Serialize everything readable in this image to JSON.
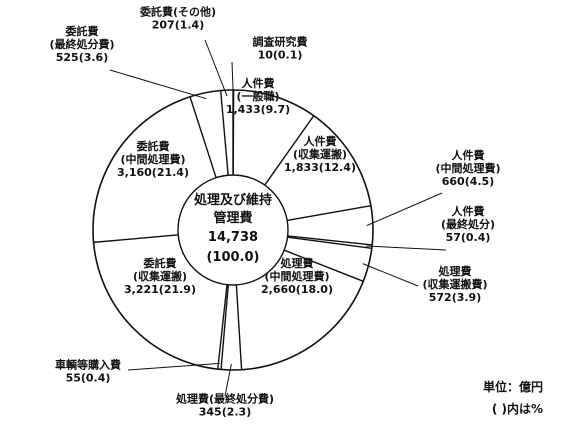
{
  "chart_data": {
    "type": "donut",
    "center": {
      "title_line1": "処理及び維持",
      "title_line2": "管理費",
      "total": "14,738",
      "total_pct": "(100.0)"
    },
    "slices": [
      {
        "name_lines": [
          "調査研究費"
        ],
        "value": 10,
        "pct": 0.1,
        "value_label": "10(0.1)"
      },
      {
        "name_lines": [
          "人件費",
          "(一般職)"
        ],
        "value": 1433,
        "pct": 9.7,
        "value_label": "1,433(9.7)"
      },
      {
        "name_lines": [
          "人件費",
          "(収集運搬)"
        ],
        "value": 1833,
        "pct": 12.4,
        "value_label": "1,833(12.4)"
      },
      {
        "name_lines": [
          "人件費",
          "(中間処理費)"
        ],
        "value": 660,
        "pct": 4.5,
        "value_label": "660(4.5)"
      },
      {
        "name_lines": [
          "人件費",
          "(最終処分)"
        ],
        "value": 57,
        "pct": 0.4,
        "value_label": "57(0.4)"
      },
      {
        "name_lines": [
          "処理費",
          "(収集運搬費)"
        ],
        "value": 572,
        "pct": 3.9,
        "value_label": "572(3.9)"
      },
      {
        "name_lines": [
          "処理費",
          "(中間処理費)"
        ],
        "value": 2660,
        "pct": 18.0,
        "value_label": "2,660(18.0)"
      },
      {
        "name_lines": [
          "処理費(最終処分費)"
        ],
        "value": 345,
        "pct": 2.3,
        "value_label": "345(2.3)"
      },
      {
        "name_lines": [
          "車輌等購入費"
        ],
        "value": 55,
        "pct": 0.4,
        "value_label": "55(0.4)"
      },
      {
        "name_lines": [
          "委託費",
          "(収集運搬)"
        ],
        "value": 3221,
        "pct": 21.9,
        "value_label": "3,221(21.9)"
      },
      {
        "name_lines": [
          "委託費",
          "(中間処理費)"
        ],
        "value": 3160,
        "pct": 21.4,
        "value_label": "3,160(21.4)"
      },
      {
        "name_lines": [
          "委託費",
          "(最終処分費)"
        ],
        "value": 525,
        "pct": 3.6,
        "value_label": "525(3.6)"
      },
      {
        "name_lines": [
          "委託費(その他)"
        ],
        "value": 207,
        "pct": 1.4,
        "value_label": "207(1.4)"
      }
    ]
  },
  "notes": {
    "unit": "単位：億円",
    "percent": "( )内は%"
  }
}
